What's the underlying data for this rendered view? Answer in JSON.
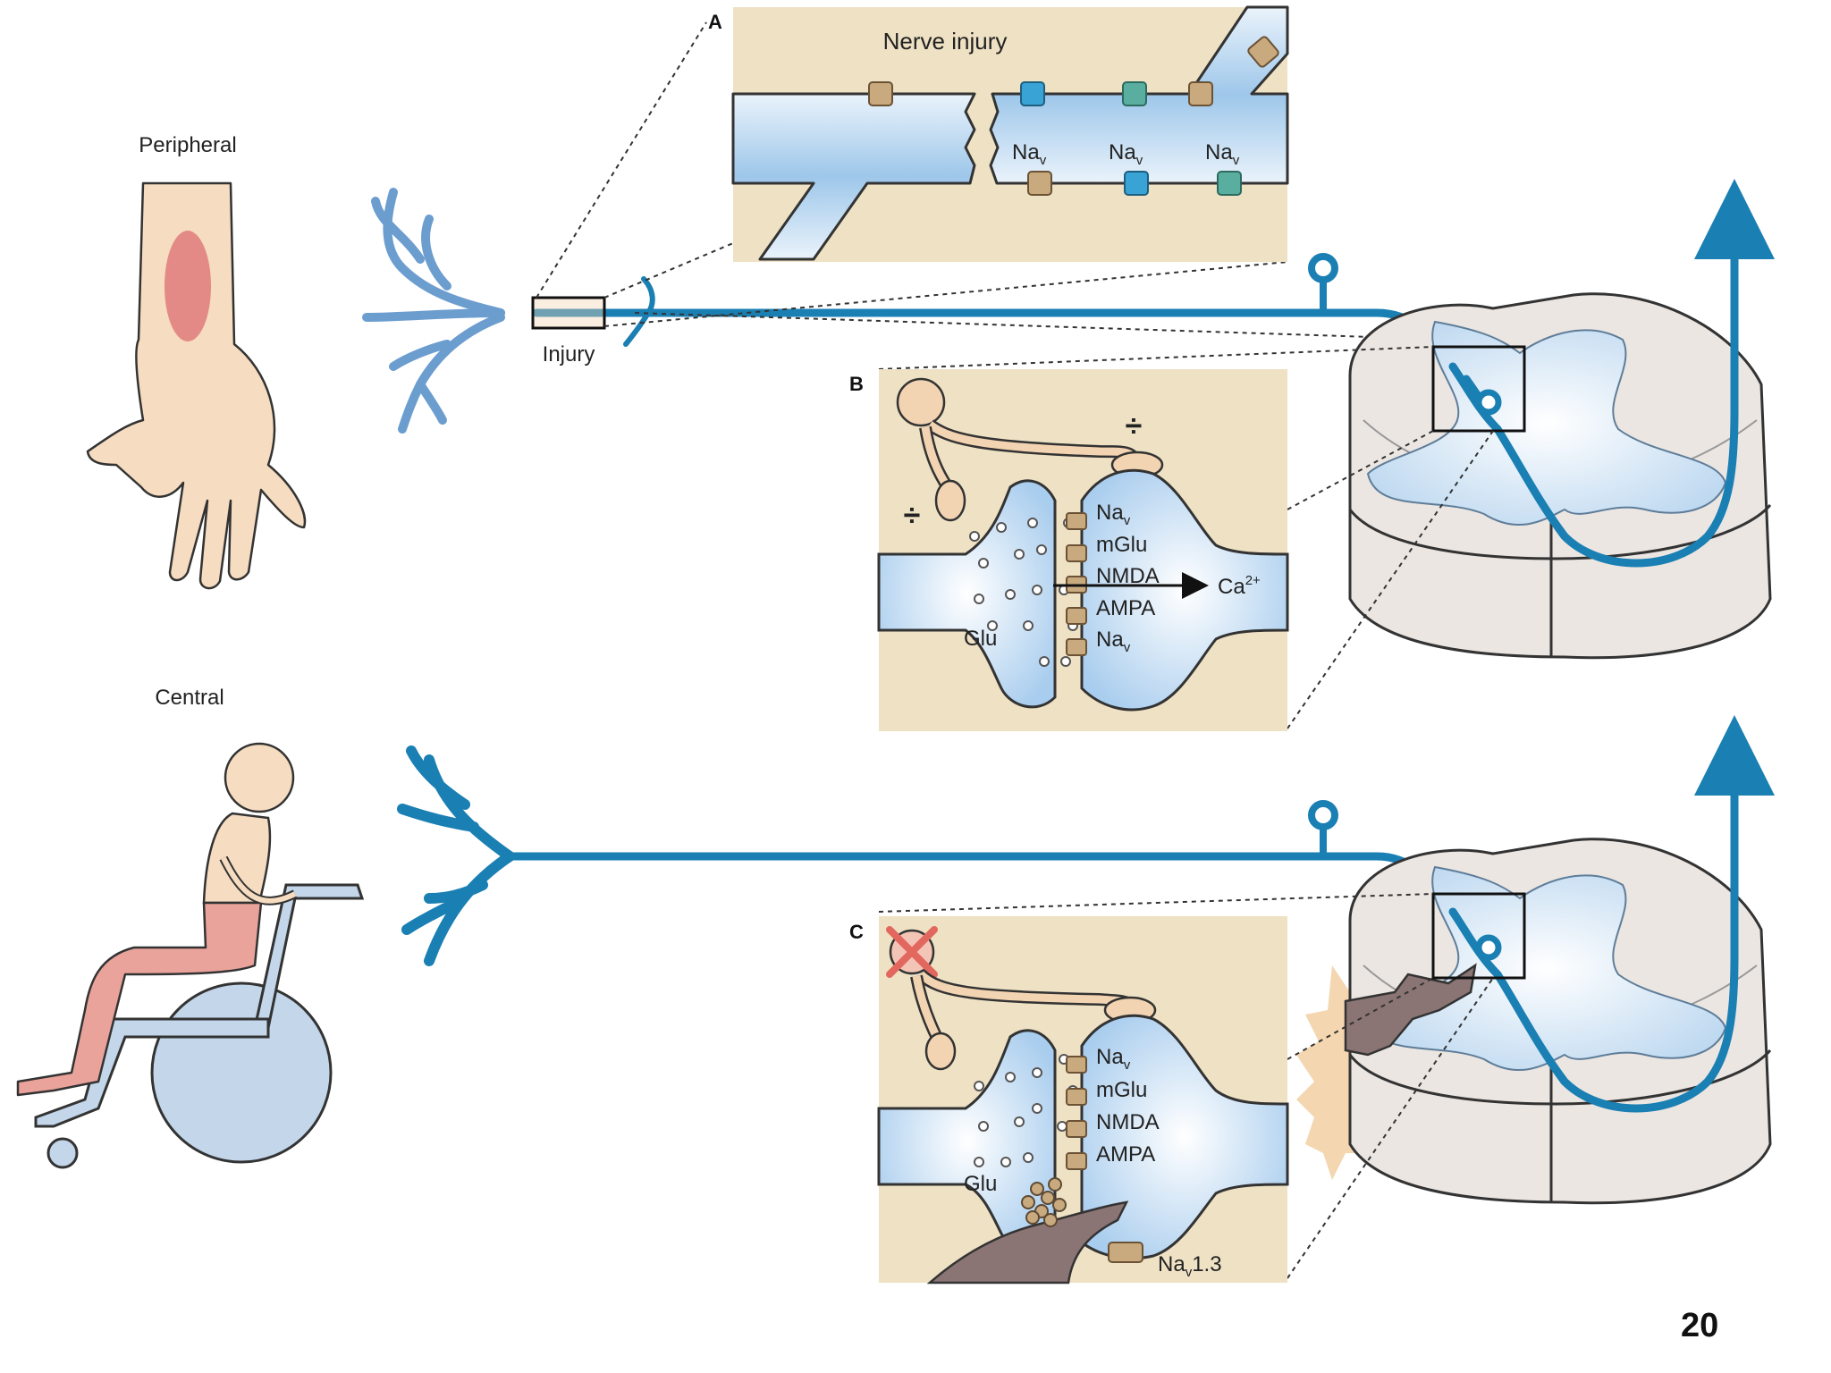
{
  "labels": {
    "peripheral": "Peripheral",
    "central": "Central",
    "injury": "Injury",
    "panel_a_letter": "A",
    "panel_a_title": "Nerve injury",
    "panel_b_letter": "B",
    "panel_c_letter": "C",
    "inhibit_symbol": "÷",
    "nav": "Na",
    "nav_sub": "v",
    "mglu": "mGlu",
    "nmda": "NMDA",
    "ampa": "AMPA",
    "ca": "Ca",
    "ca_sup": "2+",
    "glu": "Glu",
    "nav13_sub": "v",
    "nav13_suffix": "1.3"
  },
  "page_number": "20",
  "colors": {
    "axon": "#1a7fb3",
    "skin": "#f6dcc0",
    "pain": "#e48a86",
    "panel_bg": "#eee1c4",
    "neuron_fill": "#b8d6ef",
    "grey_matter": "#d9e9f7",
    "cord_tissue": "#ece6e2",
    "wheelchair": "#c3d6ea",
    "scar": "#8b7474",
    "channel": "#c9a97e",
    "channel_blue": "#3aa3d6",
    "channel_teal": "#5aaea0"
  }
}
